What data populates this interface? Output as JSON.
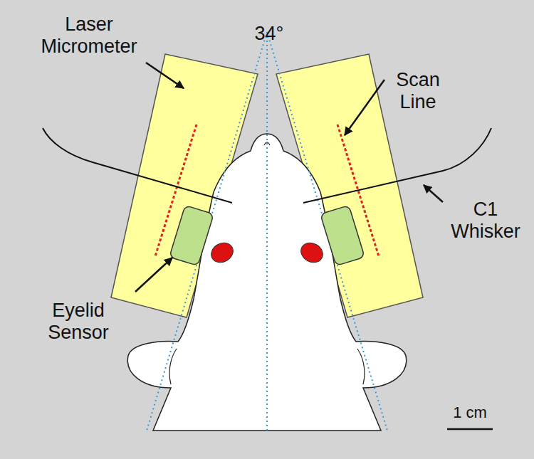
{
  "diagram": {
    "labels": [
      "Laser Micrometer",
      "34°",
      "Scan Line",
      "C1 Whisker",
      "Eyelid Sensor",
      "1 cm"
    ]
  }
}
